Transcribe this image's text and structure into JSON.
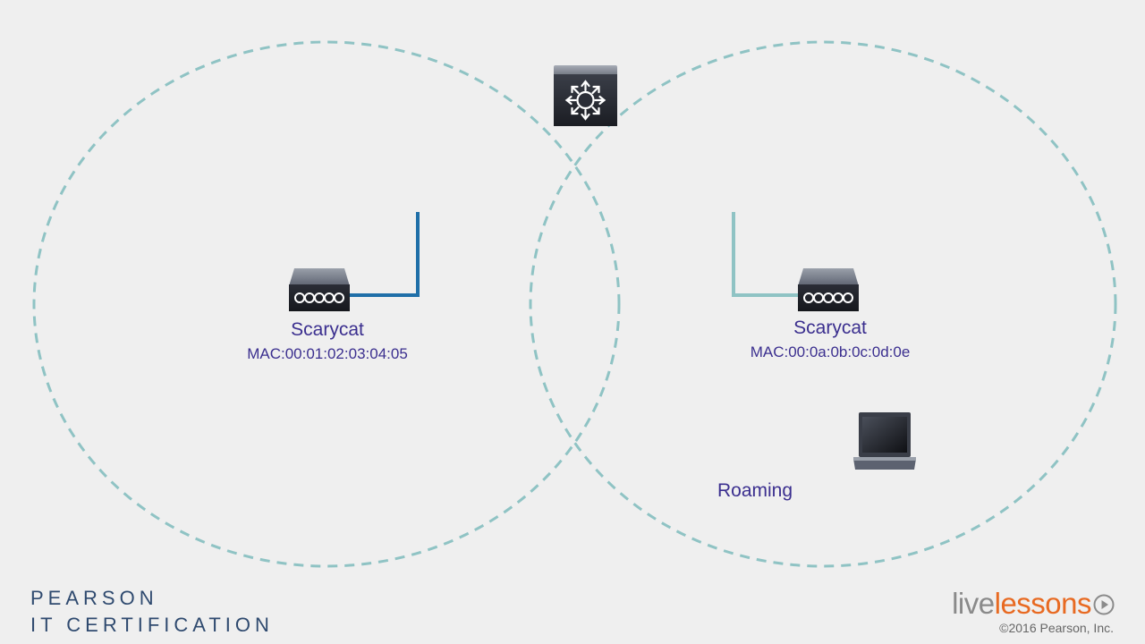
{
  "colors": {
    "coverage": "#8fc3c4",
    "link_left": "#1f6fa8",
    "link_right": "#8fc3c4",
    "label": "#3b2f8f",
    "brand_pearson": "#2f4a6f",
    "brand_orange": "#e86a22",
    "brand_grey": "#8a8a8a"
  },
  "diagram": {
    "controller": {
      "icon": "wireless-controller-icon"
    },
    "access_points": [
      {
        "id": "left",
        "icon": "access-point-icon",
        "ssid": "Scarycat",
        "mac": "MAC:00:01:02:03:04:05"
      },
      {
        "id": "right",
        "icon": "access-point-icon",
        "ssid": "Scarycat",
        "mac": "MAC:00:0a:0b:0c:0d:0e"
      }
    ],
    "client": {
      "icon": "laptop-icon",
      "label": "Roaming"
    }
  },
  "branding": {
    "pearson_line1": "PEARSON",
    "pearson_line2": "IT CERTIFICATION",
    "live_part1": "live",
    "live_part2": "lessons",
    "copyright": "©2016 Pearson, Inc."
  }
}
